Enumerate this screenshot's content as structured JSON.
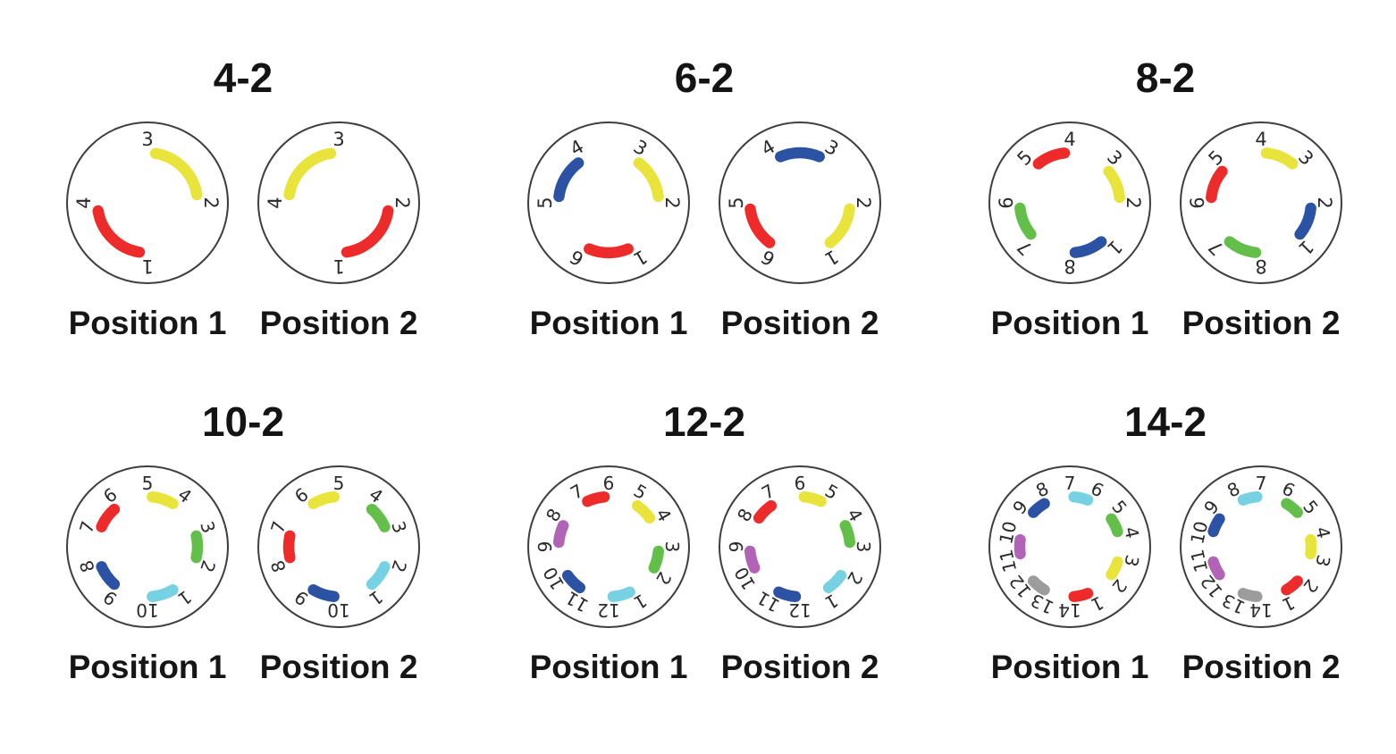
{
  "page": {
    "background": "#ffffff"
  },
  "colors": {
    "red": "#ee2b2b",
    "yellow": "#e8e43c",
    "blue": "#2c52a4",
    "green": "#63bf4a",
    "cyan": "#76d1e3",
    "purple": "#b163b6",
    "gray": "#9c9c9c",
    "outline": "#3e3e3e",
    "number": "#2b2b2b",
    "title": "#141414"
  },
  "valves": [
    {
      "title": "4-2",
      "ports": 4,
      "port1_angle": 270,
      "port_labels": [
        "1",
        "2",
        "3",
        "4"
      ],
      "positions": [
        {
          "label": "Position 1",
          "connections": [
            {
              "ports": [
                2,
                3
              ],
              "color": "yellow"
            },
            {
              "ports": [
                4,
                1
              ],
              "color": "red"
            }
          ]
        },
        {
          "label": "Position 2",
          "connections": [
            {
              "ports": [
                3,
                4
              ],
              "color": "yellow"
            },
            {
              "ports": [
                1,
                2
              ],
              "color": "red"
            }
          ]
        }
      ]
    },
    {
      "title": "6-2",
      "ports": 6,
      "port1_angle": 300,
      "port_labels": [
        "1",
        "2",
        "3",
        "4",
        "5",
        "6"
      ],
      "positions": [
        {
          "label": "Position 1",
          "connections": [
            {
              "ports": [
                2,
                3
              ],
              "color": "yellow"
            },
            {
              "ports": [
                4,
                5
              ],
              "color": "blue"
            },
            {
              "ports": [
                6,
                1
              ],
              "color": "red"
            }
          ]
        },
        {
          "label": "Position 2",
          "connections": [
            {
              "ports": [
                3,
                4
              ],
              "color": "blue"
            },
            {
              "ports": [
                5,
                6
              ],
              "color": "red"
            },
            {
              "ports": [
                1,
                2
              ],
              "color": "yellow"
            }
          ]
        }
      ]
    },
    {
      "title": "8-2",
      "ports": 8,
      "port1_angle": 315,
      "port_labels": [
        "1",
        "2",
        "3",
        "4",
        "5",
        "6",
        "7",
        "8"
      ],
      "positions": [
        {
          "label": "Position 1",
          "connections": [
            {
              "ports": [
                2,
                3
              ],
              "color": "yellow"
            },
            {
              "ports": [
                4,
                5
              ],
              "color": "red"
            },
            {
              "ports": [
                6,
                7
              ],
              "color": "green"
            },
            {
              "ports": [
                8,
                1
              ],
              "color": "blue"
            }
          ]
        },
        {
          "label": "Position 2",
          "connections": [
            {
              "ports": [
                3,
                4
              ],
              "color": "yellow"
            },
            {
              "ports": [
                5,
                6
              ],
              "color": "red"
            },
            {
              "ports": [
                7,
                8
              ],
              "color": "green"
            },
            {
              "ports": [
                1,
                2
              ],
              "color": "blue"
            }
          ]
        }
      ]
    },
    {
      "title": "10-2",
      "ports": 10,
      "port1_angle": 306,
      "port_labels": [
        "1",
        "2",
        "3",
        "4",
        "5",
        "6",
        "7",
        "8",
        "9",
        "10"
      ],
      "positions": [
        {
          "label": "Position 1",
          "connections": [
            {
              "ports": [
                2,
                3
              ],
              "color": "green"
            },
            {
              "ports": [
                4,
                5
              ],
              "color": "yellow"
            },
            {
              "ports": [
                6,
                7
              ],
              "color": "red"
            },
            {
              "ports": [
                8,
                9
              ],
              "color": "blue"
            },
            {
              "ports": [
                10,
                1
              ],
              "color": "cyan"
            }
          ]
        },
        {
          "label": "Position 2",
          "connections": [
            {
              "ports": [
                3,
                4
              ],
              "color": "green"
            },
            {
              "ports": [
                5,
                6
              ],
              "color": "yellow"
            },
            {
              "ports": [
                7,
                8
              ],
              "color": "red"
            },
            {
              "ports": [
                9,
                10
              ],
              "color": "blue"
            },
            {
              "ports": [
                1,
                2
              ],
              "color": "cyan"
            }
          ]
        }
      ]
    },
    {
      "title": "12-2",
      "ports": 12,
      "port1_angle": 300,
      "port_labels": [
        "1",
        "2",
        "3",
        "4",
        "5",
        "6",
        "7",
        "8",
        "9",
        "10",
        "11",
        "12"
      ],
      "positions": [
        {
          "label": "Position 1",
          "connections": [
            {
              "ports": [
                2,
                3
              ],
              "color": "green"
            },
            {
              "ports": [
                4,
                5
              ],
              "color": "yellow"
            },
            {
              "ports": [
                6,
                7
              ],
              "color": "red"
            },
            {
              "ports": [
                8,
                9
              ],
              "color": "purple"
            },
            {
              "ports": [
                10,
                11
              ],
              "color": "blue"
            },
            {
              "ports": [
                12,
                1
              ],
              "color": "cyan"
            }
          ]
        },
        {
          "label": "Position 2",
          "connections": [
            {
              "ports": [
                3,
                4
              ],
              "color": "green"
            },
            {
              "ports": [
                5,
                6
              ],
              "color": "yellow"
            },
            {
              "ports": [
                7,
                8
              ],
              "color": "red"
            },
            {
              "ports": [
                9,
                10
              ],
              "color": "purple"
            },
            {
              "ports": [
                11,
                12
              ],
              "color": "blue"
            },
            {
              "ports": [
                1,
                2
              ],
              "color": "cyan"
            }
          ]
        }
      ]
    },
    {
      "title": "14-2",
      "ports": 14,
      "port1_angle": 295.71,
      "port_labels": [
        "1",
        "2",
        "3",
        "4",
        "5",
        "6",
        "7",
        "8",
        "9",
        "10",
        "11",
        "12",
        "13",
        "14"
      ],
      "positions": [
        {
          "label": "Position 1",
          "connections": [
            {
              "ports": [
                2,
                3
              ],
              "color": "yellow"
            },
            {
              "ports": [
                4,
                5
              ],
              "color": "green"
            },
            {
              "ports": [
                6,
                7
              ],
              "color": "cyan"
            },
            {
              "ports": [
                8,
                9
              ],
              "color": "blue"
            },
            {
              "ports": [
                10,
                11
              ],
              "color": "purple"
            },
            {
              "ports": [
                12,
                13
              ],
              "color": "gray"
            },
            {
              "ports": [
                14,
                1
              ],
              "color": "red"
            }
          ]
        },
        {
          "label": "Position 2",
          "connections": [
            {
              "ports": [
                3,
                4
              ],
              "color": "yellow"
            },
            {
              "ports": [
                5,
                6
              ],
              "color": "green"
            },
            {
              "ports": [
                7,
                8
              ],
              "color": "cyan"
            },
            {
              "ports": [
                9,
                10
              ],
              "color": "blue"
            },
            {
              "ports": [
                11,
                12
              ],
              "color": "purple"
            },
            {
              "ports": [
                13,
                14
              ],
              "color": "gray"
            },
            {
              "ports": [
                1,
                2
              ],
              "color": "red"
            }
          ]
        }
      ]
    }
  ]
}
